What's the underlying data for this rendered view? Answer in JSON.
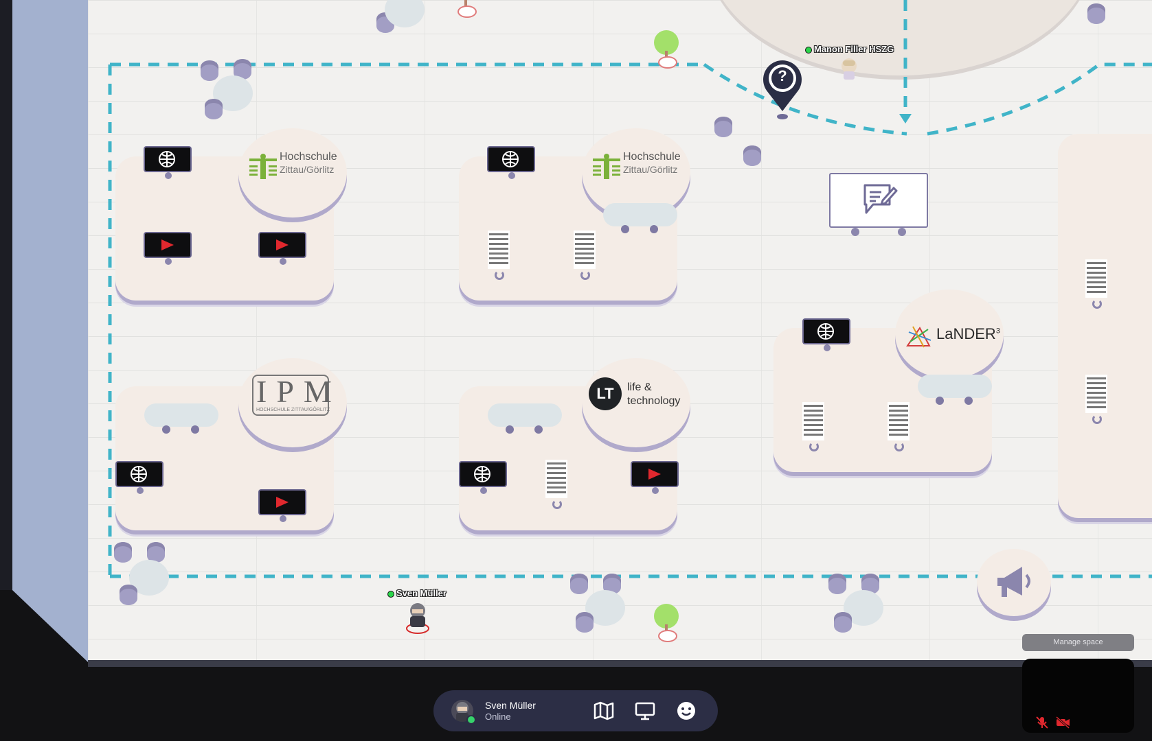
{
  "players": {
    "manon": {
      "name": "Manon Filler HSZG"
    },
    "sven": {
      "name": "Sven Müller"
    }
  },
  "booths": {
    "hszg_1": {
      "logo_line1": "Hochschule",
      "logo_line2": "Zittau/Görlitz"
    },
    "hszg_2": {
      "logo_line1": "Hochschule",
      "logo_line2": "Zittau/Görlitz"
    },
    "ipm": {
      "logo_text": "IPM",
      "logo_subtext": "HOCHSCHULE ZITTAU/GÖRLITZ"
    },
    "lt": {
      "logo_mark": "LT",
      "logo_line1": "life &",
      "logo_line2": "technology"
    },
    "lander": {
      "logo_text": "LaNDER",
      "logo_sup": "3"
    }
  },
  "help_marker": {
    "symbol": "?"
  },
  "control_bar": {
    "user_name": "Sven Müller",
    "user_status": "Online",
    "buttons": [
      {
        "icon": "map-icon"
      },
      {
        "icon": "screen-share-icon"
      },
      {
        "icon": "emoji-icon"
      }
    ]
  },
  "manage_space": {
    "label": "Manage space"
  },
  "colors": {
    "path_dash": "#40b4c8",
    "booth": "#f4ece6",
    "booth_edge": "#b0a9cb",
    "control_bar": "#2c2e45",
    "video_red": "#e0282e"
  }
}
